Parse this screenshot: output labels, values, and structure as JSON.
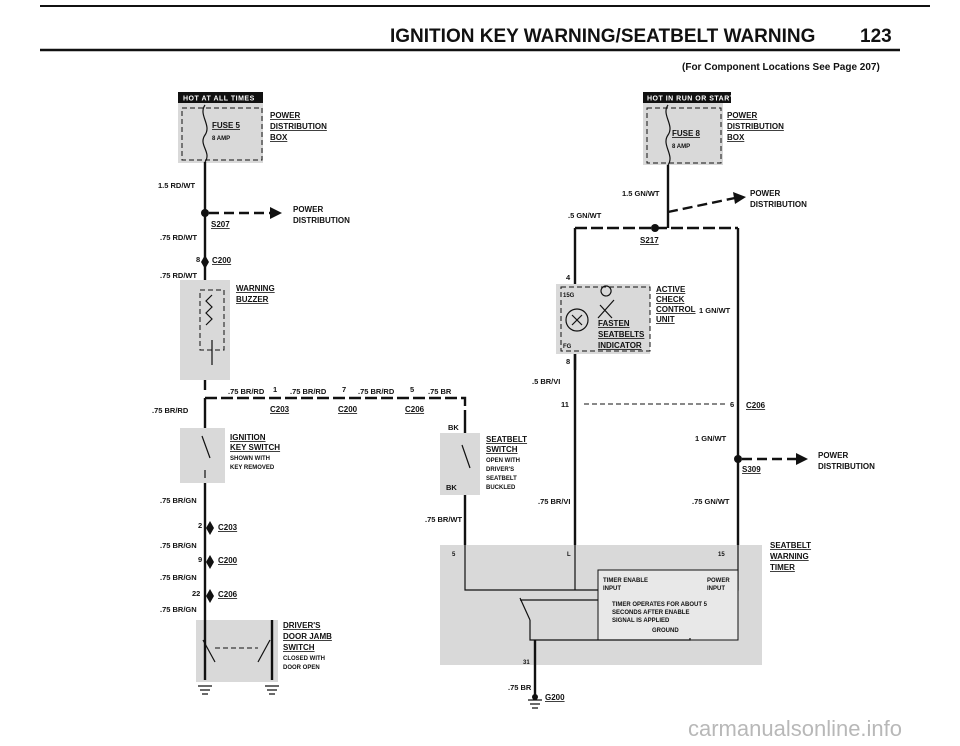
{
  "header": {
    "title": "IGNITION KEY WARNING/SEATBELT WARNING",
    "page_number": "123",
    "subtitle": "(For Component Locations See Page 207)"
  },
  "left": {
    "hot_label": "HOT AT ALL TIMES",
    "fuse": {
      "name": "FUSE 5",
      "rating": "8 AMP"
    },
    "power_box": [
      "POWER",
      "DISTRIBUTION",
      "BOX"
    ],
    "wire1": "1.5 RD/WT",
    "splice": "S207",
    "power_dist": [
      "POWER",
      "DISTRIBUTION"
    ],
    "wire2": ".75 RD/WT",
    "conn_pin": "8",
    "conn": "C200",
    "wire3": ".75 RD/WT",
    "buzzer": [
      "WARNING",
      "BUZZER"
    ],
    "bus_wires": [
      ".75 BR/RD",
      "1",
      ".75 BR/RD",
      "7",
      ".75 BR/RD",
      "5",
      ".75 BR"
    ],
    "bus_conns": [
      "C203",
      "C200",
      "C206"
    ],
    "wire_left": ".75 BR/RD",
    "ign_switch": [
      "IGNITION",
      "KEY SWITCH",
      "SHOWN WITH",
      "KEY REMOVED"
    ],
    "wire4": ".75 BR/GN",
    "c203_pin": "2",
    "c203": "C203",
    "wire5": ".75 BR/GN",
    "c200_pin": "9",
    "c200": "C200",
    "wire6": ".75 BR/GN",
    "c206_pin": "22",
    "c206": "C206",
    "wire7": ".75 BR/GN",
    "door_switch": [
      "DRIVER'S",
      "DOOR JAMB",
      "SWITCH",
      "CLOSED WITH",
      "DOOR OPEN"
    ]
  },
  "middle": {
    "bk1": "BK",
    "seatbelt_switch": [
      "SEATBELT",
      "SWITCH",
      "OPEN WITH",
      "DRIVER'S",
      "SEATBELT",
      "BUCKLED"
    ],
    "bk2": "BK",
    "wire": ".75 BR/WT",
    "wire_br": ".75 BR",
    "ground": "G200",
    "pin31": "31"
  },
  "right": {
    "hot_label": "HOT IN RUN OR START",
    "fuse": {
      "name": "FUSE 8",
      "rating": "8 AMP"
    },
    "power_box": [
      "POWER",
      "DISTRIBUTION",
      "BOX"
    ],
    "wire1": "1.5 GN/WT",
    "power_dist": [
      "POWER",
      "DISTRIBUTION"
    ],
    "wire2": ".5 GN/WT",
    "splice": "S217",
    "pin4": "4",
    "pin_top": "15G",
    "check_unit": [
      "ACTIVE",
      "CHECK",
      "CONTROL",
      "UNIT"
    ],
    "wire3": "1 GN/WT",
    "fasten": [
      "FASTEN",
      "SEATBELTS",
      "INDICATOR"
    ],
    "pin_fg": "FG",
    "pin8": "8",
    "wire4": ".5 BR/VI",
    "pin11": "11",
    "pin6": "6",
    "c206": "C206",
    "wire5": "1 GN/WT",
    "splice2": "S309",
    "power_dist2": [
      "POWER",
      "DISTRIBUTION"
    ],
    "wire6": ".75 BR/VI",
    "wire7": ".75 GN/WT",
    "timer": [
      "SEATBELT",
      "WARNING",
      "TIMER"
    ],
    "timer_pins": [
      "5",
      "L",
      "15"
    ],
    "timer_enable": [
      "TIMER ENABLE",
      "INPUT"
    ],
    "power_input": [
      "POWER",
      "INPUT"
    ],
    "timer_note": [
      "TIMER OPERATES FOR ABOUT 5",
      "SECONDS AFTER ENABLE",
      "SIGNAL IS APPLIED"
    ],
    "ground_label": "GROUND"
  },
  "watermark": "carmanualsonline.info"
}
